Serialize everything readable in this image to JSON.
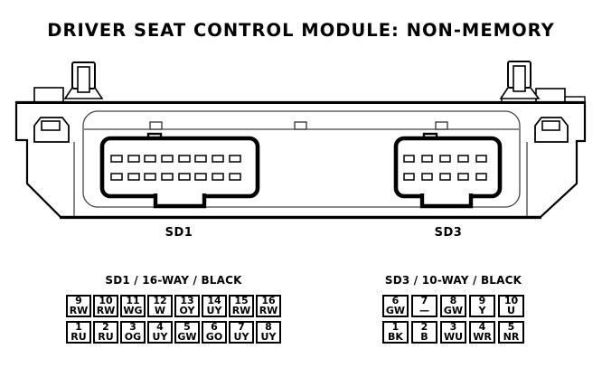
{
  "title": "DRIVER SEAT CONTROL MODULE: NON-MEMORY",
  "module": {
    "connector_labels": {
      "sd1": "SD1",
      "sd3": "SD3"
    }
  },
  "tables": {
    "sd1": {
      "title": "SD1 / 16-WAY / BLACK",
      "rows": [
        [
          {
            "pin": "9",
            "code": "RW"
          },
          {
            "pin": "10",
            "code": "RW"
          },
          {
            "pin": "11",
            "code": "WG"
          },
          {
            "pin": "12",
            "code": "W"
          },
          {
            "pin": "13",
            "code": "OY"
          },
          {
            "pin": "14",
            "code": "UY"
          },
          {
            "pin": "15",
            "code": "RW"
          },
          {
            "pin": "16",
            "code": "RW"
          }
        ],
        [
          {
            "pin": "1",
            "code": "RU"
          },
          {
            "pin": "2",
            "code": "RU"
          },
          {
            "pin": "3",
            "code": "OG"
          },
          {
            "pin": "4",
            "code": "UY"
          },
          {
            "pin": "5",
            "code": "GW"
          },
          {
            "pin": "6",
            "code": "GO"
          },
          {
            "pin": "7",
            "code": "UY"
          },
          {
            "pin": "8",
            "code": "UY"
          }
        ]
      ]
    },
    "sd3": {
      "title": "SD3 / 10-WAY / BLACK",
      "rows": [
        [
          {
            "pin": "6",
            "code": "GW"
          },
          {
            "pin": "7",
            "code": "—"
          },
          {
            "pin": "8",
            "code": "GW"
          },
          {
            "pin": "9",
            "code": "Y"
          },
          {
            "pin": "10",
            "code": "U"
          }
        ],
        [
          {
            "pin": "1",
            "code": "BK"
          },
          {
            "pin": "2",
            "code": "B"
          },
          {
            "pin": "3",
            "code": "WU"
          },
          {
            "pin": "4",
            "code": "WR"
          },
          {
            "pin": "5",
            "code": "NR"
          }
        ]
      ]
    }
  },
  "colors": {
    "ink": "#000000",
    "background": "#ffffff"
  }
}
